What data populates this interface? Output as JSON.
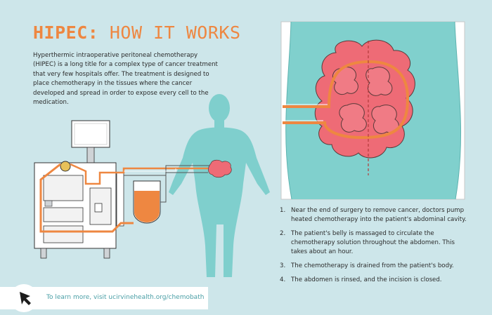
{
  "title": {
    "part1": "HIPEC:",
    "part2": "HOW IT WORKS"
  },
  "intro": "Hyperthermic intraoperative peritoneal chemotherapy (HIPEC) is a long title for a complex type of cancer treatment that very few hospitals offer. The treatment is designed to place chemotherapy in the tissues where the cancer developed and spread in order to expose every cell to the medication.",
  "steps": [
    {
      "num": "1.",
      "text": "Near the end of surgery to remove cancer, doctors pump heated chemotherapy into the patient's abdominal cavity."
    },
    {
      "num": "2.",
      "text": "The patient's belly is massaged to circulate the chemotherapy solution throughout the abdomen. This takes about an hour."
    },
    {
      "num": "3.",
      "text": "The chemotherapy is drained from the patient's body."
    },
    {
      "num": "4.",
      "text": "The abdomen is rinsed, and the incision is closed."
    }
  ],
  "footer": {
    "link_text": "To learn more, visit ucirvinehealth.org/chemobath"
  },
  "colors": {
    "accent": "#ee8741",
    "background": "#cde6ea",
    "body_teal": "#7fcfcd",
    "intestine": "#ee6b76",
    "link": "#4a9fa6"
  },
  "icons": {
    "footer": "cursor-arrow-icon"
  }
}
